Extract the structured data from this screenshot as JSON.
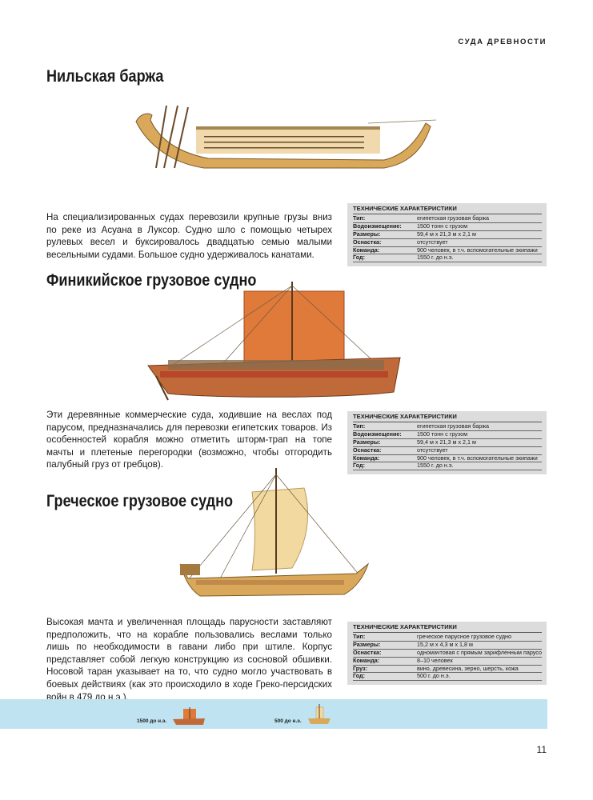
{
  "header": {
    "title": "СУДА ДРЕВНОСТИ"
  },
  "sections": [
    {
      "title": "Нильская баржа",
      "text": "На специализированных судах перевозили крупные грузы вниз по реке из Асуана в Луксор. Судно шло с помощью четырех рулевых весел и буксировалось двадцатью семью малыми весельными судами. Большое судно удерживалось канатами.",
      "specs": {
        "title": "ТЕХНИЧЕСКИЕ ХАРАКТЕРИСТИКИ",
        "rows": [
          {
            "k": "Тип:",
            "v": "египетская грузовая баржа"
          },
          {
            "k": "Водоизмещение:",
            "v": "1500 тонн с грузом"
          },
          {
            "k": "Размеры:",
            "v": "59,4 м x 21,3 м x 2,1 м"
          },
          {
            "k": "Оснастка:",
            "v": "отсутствует"
          },
          {
            "k": "Команда:",
            "v": "900 человек, в т.ч. вспомогательные экипажи"
          },
          {
            "k": "Год:",
            "v": "1550 г. до н.э."
          }
        ]
      }
    },
    {
      "title": "Финикийское грузовое судно",
      "text": "Эти деревянные коммерческие суда, ходившие на веслах под парусом, предназначались для перевозки египетских товаров. Из особенностей корабля можно отметить шторм-трап на топе мачты и плетеные перегородки (возможно, чтобы отгородить палубный груз от гребцов).",
      "specs": {
        "title": "ТЕХНИЧЕСКИЕ ХАРАКТЕРИСТИКИ",
        "rows": [
          {
            "k": "Тип:",
            "v": "египетская грузовая баржа"
          },
          {
            "k": "Водоизмещение:",
            "v": "1500 тонн с грузом"
          },
          {
            "k": "Размеры:",
            "v": "59,4 м x 21,3 м x 2,1 м"
          },
          {
            "k": "Оснастка:",
            "v": "отсутствует"
          },
          {
            "k": "Команда:",
            "v": "900 человек, в т.ч. вспомогательные экипажи"
          },
          {
            "k": "Год:",
            "v": "1550 г. до н.э."
          }
        ]
      }
    },
    {
      "title": "Греческое грузовое судно",
      "text": "Высокая мачта и увеличенная площадь парусности заставляют предположить, что на корабле пользовались веслами только лишь по необходимости в гавани либо при штиле. Корпус представляет собой легкую конструкцию из сосновой обшивки. Носовой таран указывает на то, что судно могло участвовать в боевых действиях (как это происходило в ходе Греко-персидских войн в 479 до н.э.).",
      "specs": {
        "title": "ТЕХНИЧЕСКИЕ ХАРАКТЕРИСТИКИ",
        "rows": [
          {
            "k": "Тип:",
            "v": "греческое парусное грузовое судно"
          },
          {
            "k": "Размеры:",
            "v": "15,2 м x 4,3 м x 1,8 м"
          },
          {
            "k": "Оснастка:",
            "v": "одномачтовая с прямым зарифленным парусом"
          },
          {
            "k": "Команда:",
            "v": "8–10 человек"
          },
          {
            "k": "Груз:",
            "v": "вино, древесина, зерно, шерсть, кожа"
          },
          {
            "k": "Год:",
            "v": "500 г. до н.э."
          }
        ]
      }
    }
  ],
  "timeline": {
    "labels": [
      "1500 до н.э.",
      "500 до н.э."
    ]
  },
  "page_number": "11",
  "colors": {
    "hull_wood": "#d9a85a",
    "hull_red": "#b8462a",
    "sail_orange": "#e07a3a",
    "sail_cream": "#f2d9a0",
    "timeline_bg": "#bfe3f0",
    "spec_bg": "#dcdcdc"
  }
}
